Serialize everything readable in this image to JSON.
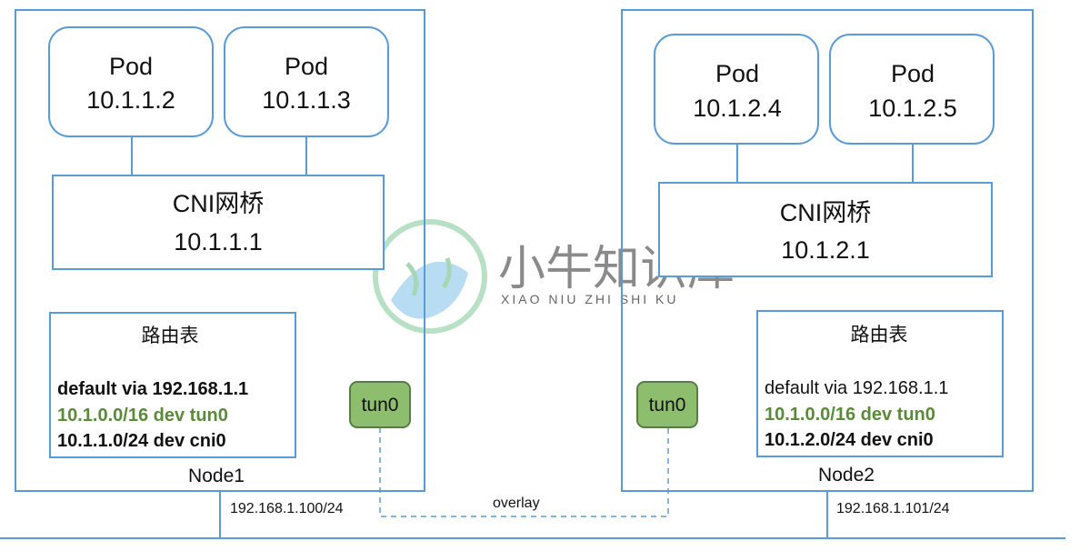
{
  "colors": {
    "box_stroke": "#5B9BD5",
    "tun_fill": "#8DBE6E",
    "tun_stroke": "#5A7A46",
    "route_highlight": "#5A8A3A",
    "text": "#111111",
    "watermark_blue": "#6FB8E6",
    "watermark_green": "#76C38F"
  },
  "node1": {
    "pods": [
      {
        "title": "Pod",
        "ip": "10.1.1.2"
      },
      {
        "title": "Pod",
        "ip": "10.1.1.3"
      }
    ],
    "bridge": {
      "title": "CNI网桥",
      "ip": "10.1.1.1"
    },
    "routes": {
      "title": "路由表",
      "lines": [
        "default via 192.168.1.1",
        "10.1.0.0/16 dev tun0",
        "10.1.1.0/24 dev cni0"
      ]
    },
    "tun": "tun0",
    "label": "Node1",
    "ip": "192.168.1.100/24"
  },
  "node2": {
    "pods": [
      {
        "title": "Pod",
        "ip": "10.1.2.4"
      },
      {
        "title": "Pod",
        "ip": "10.1.2.5"
      }
    ],
    "bridge": {
      "title": "CNI网桥",
      "ip": "10.1.2.1"
    },
    "routes": {
      "title": "路由表",
      "lines": [
        "default via 192.168.1.1",
        "10.1.0.0/16 dev tun0",
        "10.1.2.0/24 dev cni0"
      ]
    },
    "tun": "tun0",
    "label": "Node2",
    "ip": "192.168.1.101/24"
  },
  "overlay_label": "overlay",
  "watermark": {
    "title": "小牛知识库",
    "subtitle": "XIAO NIU ZHI SHI KU",
    "icon": "bull-head-logo"
  }
}
